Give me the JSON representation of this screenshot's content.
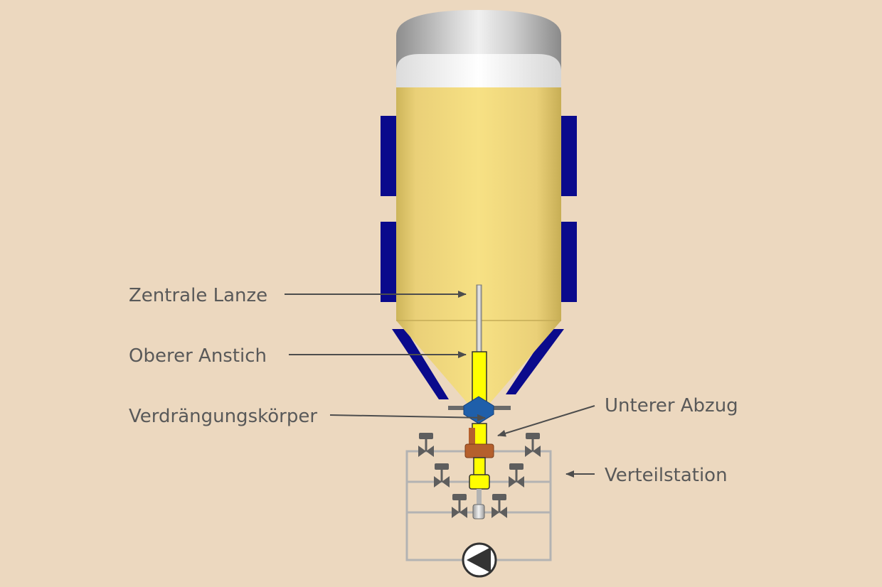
{
  "colors": {
    "background": "#ecd8bf",
    "liquid": "#f5dd7c",
    "jacket": "#0a0a8c",
    "pipe": "#b3b3b3",
    "lance_yellow": "#ffff00",
    "displacer_blue": "#1f5faa",
    "outlet_brown": "#b5602d",
    "valve": "#5e5e5e"
  },
  "icons": {
    "valve": "valve-icon",
    "pump": "pump-icon"
  },
  "labels": {
    "central_lance": "Zentrale Lanze",
    "upper_tap": "Oberer Anstich",
    "displacer": "Verdrängungskörper",
    "lower_outlet": "Unterer Abzug",
    "distribution_station": "Verteilstation"
  }
}
